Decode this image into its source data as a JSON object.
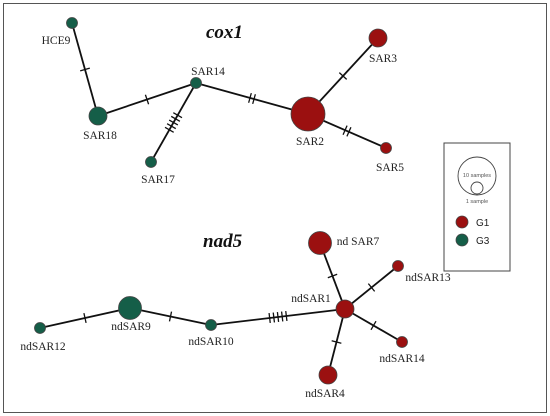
{
  "colors": {
    "G1": "#9b1010",
    "G3": "#155e48"
  },
  "networks": [
    {
      "title": "cox1",
      "nodes": [
        {
          "id": "HCE9",
          "label": "HCE9",
          "group": "G3",
          "size": "small"
        },
        {
          "id": "SAR18",
          "label": "SAR18",
          "group": "G3",
          "size": "medium"
        },
        {
          "id": "SAR14",
          "label": "SAR14",
          "group": "G3",
          "size": "small"
        },
        {
          "id": "SAR17",
          "label": "SAR17",
          "group": "G3",
          "size": "small"
        },
        {
          "id": "SAR2",
          "label": "SAR2",
          "group": "G1",
          "size": "xlarge"
        },
        {
          "id": "SAR3",
          "label": "SAR3",
          "group": "G1",
          "size": "medium"
        },
        {
          "id": "SAR5",
          "label": "SAR5",
          "group": "G1",
          "size": "small"
        }
      ],
      "edges": [
        {
          "from": "HCE9",
          "to": "SAR18",
          "mutations": 1
        },
        {
          "from": "SAR18",
          "to": "SAR14",
          "mutations": 1
        },
        {
          "from": "SAR14",
          "to": "SAR17",
          "mutations": 5
        },
        {
          "from": "SAR14",
          "to": "SAR2",
          "mutations": 2
        },
        {
          "from": "SAR2",
          "to": "SAR3",
          "mutations": 1
        },
        {
          "from": "SAR2",
          "to": "SAR5",
          "mutations": 2
        }
      ]
    },
    {
      "title": "nad5",
      "nodes": [
        {
          "id": "ndSAR12",
          "label": "ndSAR12",
          "group": "G3",
          "size": "small"
        },
        {
          "id": "ndSAR9",
          "label": "ndSAR9",
          "group": "G3",
          "size": "large"
        },
        {
          "id": "ndSAR10",
          "label": "ndSAR10",
          "group": "G3",
          "size": "small"
        },
        {
          "id": "ndSAR1",
          "label": "ndSAR1",
          "group": "G1",
          "size": "medium"
        },
        {
          "id": "ndSAR7",
          "label": "nd SAR7",
          "group": "G1",
          "size": "large"
        },
        {
          "id": "ndSAR13",
          "label": "ndSAR13",
          "group": "G1",
          "size": "small"
        },
        {
          "id": "ndSAR14",
          "label": "ndSAR14",
          "group": "G1",
          "size": "small"
        },
        {
          "id": "ndSAR4",
          "label": "ndSAR4",
          "group": "G1",
          "size": "medium"
        }
      ],
      "edges": [
        {
          "from": "ndSAR12",
          "to": "ndSAR9",
          "mutations": 1
        },
        {
          "from": "ndSAR9",
          "to": "ndSAR10",
          "mutations": 1
        },
        {
          "from": "ndSAR10",
          "to": "ndSAR1",
          "mutations": 5
        },
        {
          "from": "ndSAR1",
          "to": "ndSAR7",
          "mutations": 1
        },
        {
          "from": "ndSAR1",
          "to": "ndSAR13",
          "mutations": 1
        },
        {
          "from": "ndSAR1",
          "to": "ndSAR14",
          "mutations": 1
        },
        {
          "from": "ndSAR1",
          "to": "ndSAR4",
          "mutations": 1
        }
      ]
    }
  ],
  "legend": {
    "size_large": "10 samples",
    "size_small": "1 sample",
    "groups": [
      {
        "name": "G1",
        "color": "G1"
      },
      {
        "name": "G3",
        "color": "G3"
      }
    ]
  }
}
